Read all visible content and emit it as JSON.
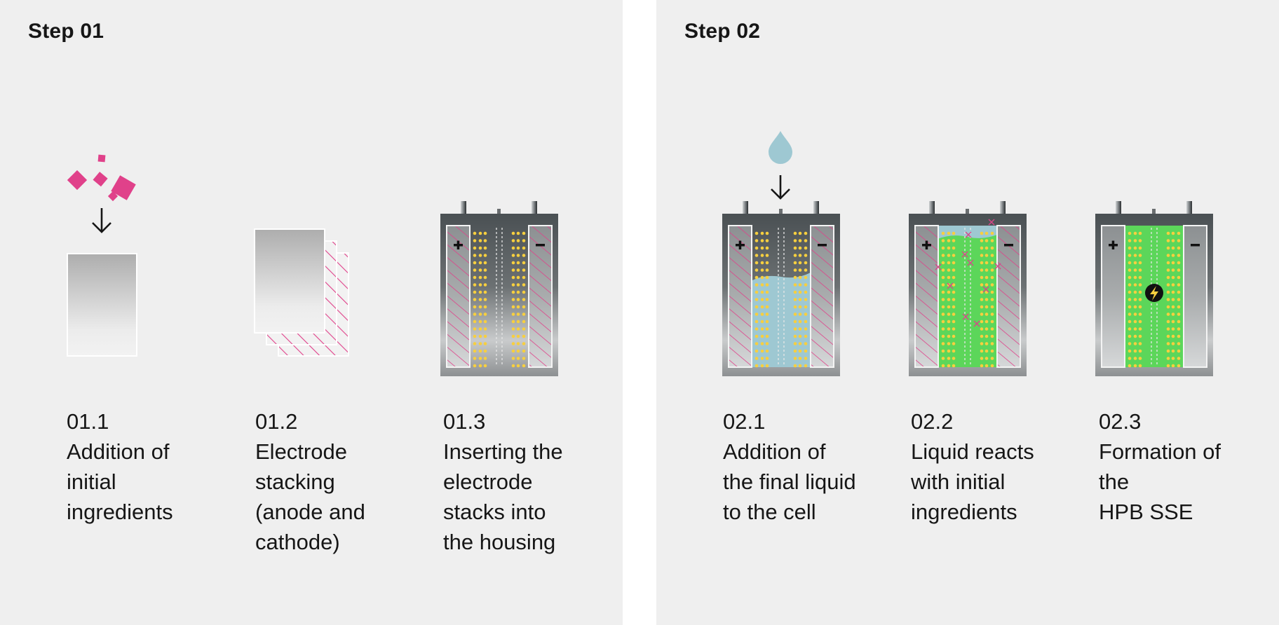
{
  "colors": {
    "background": "#efefef",
    "accent_pink": "#e0418a",
    "dot_yellow": "#f7cf3f",
    "liquid_blue": "#9ec8d2",
    "sse_green": "#5cd65a"
  },
  "steps": [
    {
      "title": "Step 01",
      "items": [
        {
          "number": "01.1",
          "lines": [
            "Addition of",
            "initial",
            "ingredients"
          ],
          "icon": "ingredients-sheet-icon"
        },
        {
          "number": "01.2",
          "lines": [
            "Electrode",
            "stacking",
            "(anode and",
            "cathode)"
          ],
          "icon": "electrode-stack-icon"
        },
        {
          "number": "01.3",
          "lines": [
            "Inserting the",
            "electrode",
            "stacks into",
            "the housing"
          ],
          "icon": "battery-cell-icon"
        }
      ]
    },
    {
      "title": "Step 02",
      "items": [
        {
          "number": "02.1",
          "lines": [
            "Addition of",
            "the final liquid",
            "to the cell"
          ],
          "icon": "battery-liquid-fill-icon"
        },
        {
          "number": "02.2",
          "lines": [
            "Liquid reacts",
            "with initial",
            "ingredients"
          ],
          "icon": "battery-reaction-icon"
        },
        {
          "number": "02.3",
          "lines": [
            "Formation of",
            "the",
            "HPB SSE"
          ],
          "icon": "battery-sse-icon"
        }
      ]
    }
  ],
  "symbols": {
    "plus": "+",
    "minus": "−"
  }
}
